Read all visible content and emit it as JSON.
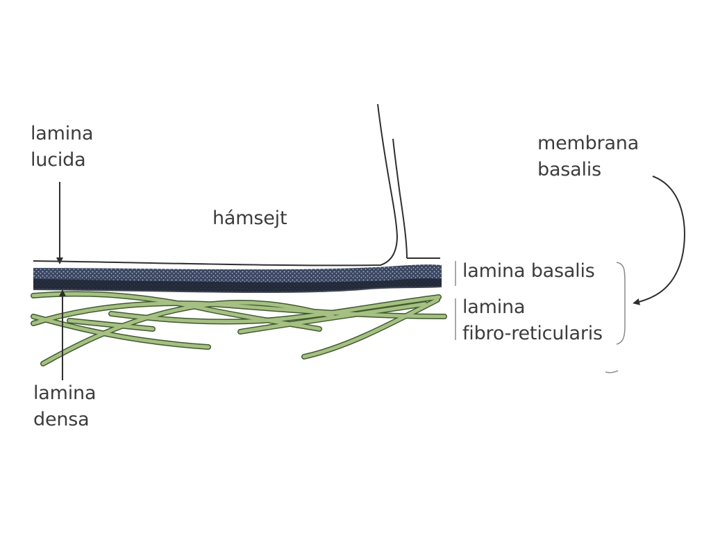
{
  "labels": {
    "lamina_lucida": [
      "lamina",
      "lucida"
    ],
    "hamsejt": "hámsejt",
    "membrana_basalis": [
      "membrana",
      "basalis"
    ],
    "lamina_basalis": "lamina basalis",
    "lamina_fibro_reticularis": [
      "lamina",
      "fibro-reticularis"
    ],
    "lamina_densa": [
      "lamina",
      "densa"
    ]
  },
  "colors": {
    "outline": "#2e2e2e",
    "dense_layer": "#2b3140",
    "dense_layer_light": "#8fa0bf",
    "fibers": "#9db87a",
    "fiber_outline": "#3f5a2e",
    "text": "#3c3c3c"
  }
}
